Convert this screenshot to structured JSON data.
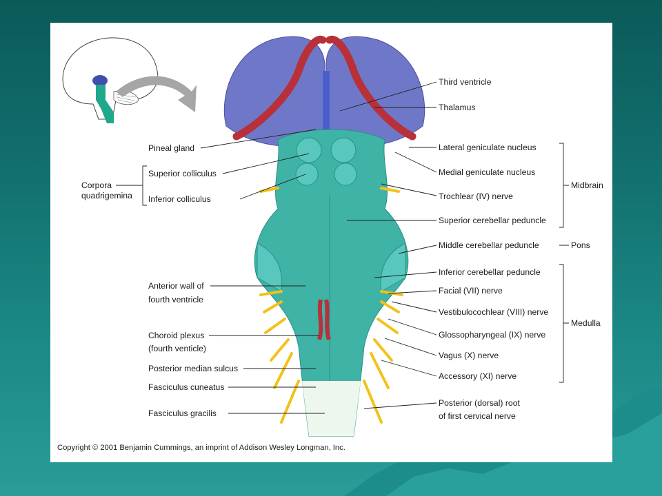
{
  "labels": {
    "third_ventricle": "Third ventricle",
    "thalamus": "Thalamus",
    "lateral_geniculate": "Lateral geniculate nucleus",
    "medial_geniculate": "Medial geniculate nucleus",
    "trochlear": "Trochlear (IV) nerve",
    "sup_cerebellar_peduncle": "Superior cerebellar peduncle",
    "mid_cerebellar_peduncle": "Middle cerebellar peduncle",
    "inf_cerebellar_peduncle": "Inferior cerebellar peduncle",
    "facial": "Facial (VII) nerve",
    "vestibulocochlear": "Vestibulocochlear (VIII) nerve",
    "glossopharyngeal": "Glossopharyngeal (IX) nerve",
    "vagus": "Vagus (X) nerve",
    "accessory": "Accessory (XI) nerve",
    "posterior_root_1": "Posterior (dorsal) root",
    "posterior_root_2": "of first cervical nerve",
    "midbrain": "Midbrain",
    "pons": "Pons",
    "medulla": "Medulla",
    "pineal_gland": "Pineal gland",
    "superior_colliculus": "Superior colliculus",
    "inferior_colliculus": "Inferior colliculus",
    "corpora_1": "Corpora",
    "corpora_2": "quadrigemina",
    "anterior_wall_1": "Anterior wall of",
    "anterior_wall_2": "fourth ventricle",
    "choroid_1": "Choroid plexus",
    "choroid_2": "(fourth venticle)",
    "posterior_median_sulcus": "Posterior median sulcus",
    "fasciculus_cuneatus": "Fasciculus cuneatus",
    "fasciculus_gracilis": "Fasciculus gracilis"
  },
  "copyright": "Copyright © 2001 Benjamin Cummings, an imprint of Addison Wesley Longman, Inc.",
  "colors": {
    "background": "#12706e",
    "thalamus": "#6f78c8",
    "brainstem": "#3fb3a6",
    "nerve": "#f2c21a",
    "choroid": "#b8303a"
  }
}
